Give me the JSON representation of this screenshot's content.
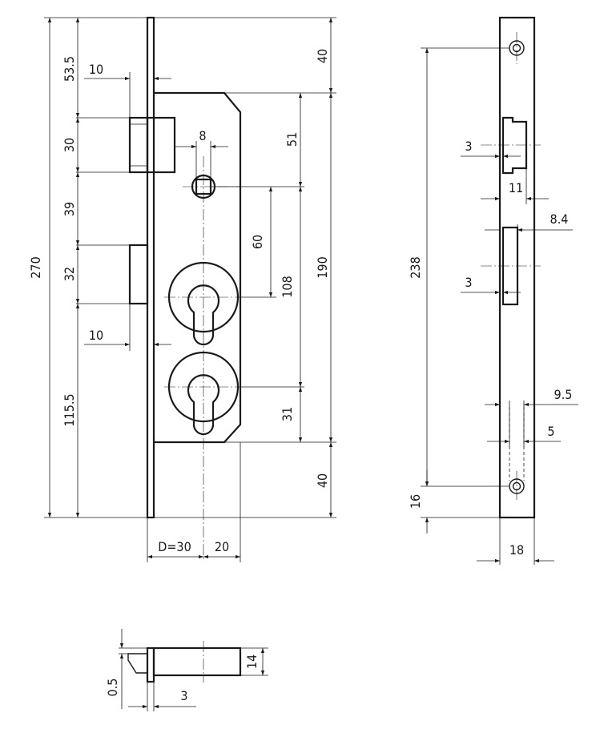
{
  "dimensions": {
    "front_view": {
      "d_53_5": "53.5",
      "d_10_top": "10",
      "d_40_top": "40",
      "d_8": "8",
      "d_30": "30",
      "d_51": "51",
      "d_39": "39",
      "d_60": "60",
      "d_270": "270",
      "d_32": "32",
      "d_108": "108",
      "d_190": "190",
      "d_10_bottom": "10",
      "d_115_5": "115.5",
      "d_31": "31",
      "d_40_bottom": "40",
      "d_backset": "D=30",
      "d_20": "20"
    },
    "side_view": {
      "d_3_top": "3",
      "d_11": "11",
      "d_8_4": "8.4",
      "d_238": "238",
      "d_3_mid": "3",
      "d_9_5": "9.5",
      "d_5": "5",
      "d_16": "16",
      "d_18": "18"
    },
    "bottom_view": {
      "d_14": "14",
      "d_0_5": "0.5",
      "d_3": "3"
    }
  }
}
